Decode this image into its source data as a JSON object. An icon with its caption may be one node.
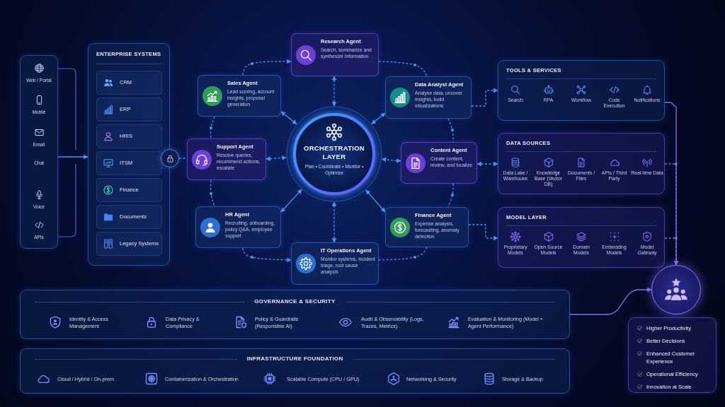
{
  "diagram": {
    "nodes": [
      {
        "text": [
          "Web / Portal",
          "Mobile",
          "Email",
          "Chat",
          "Voice",
          "APIs"
        ]
      },
      {
        "text": [
          "ENTERPRISE SYSTEMS"
        ]
      },
      {
        "text": [
          "CRM"
        ],
        "in": 1
      },
      {
        "text": [
          "ERP"
        ],
        "in": 1
      },
      {
        "text": [
          "HRIS"
        ],
        "in": 1
      },
      {
        "text": [
          "ITSM"
        ],
        "in": 1
      },
      {
        "text": [
          "Finance"
        ],
        "in": 1
      },
      {
        "text": [
          "Documents"
        ],
        "in": 1
      },
      {
        "text": [
          "Legacy Systems"
        ],
        "in": 1
      },
      {
        "text": [],
        "shape": "circle"
      },
      {
        "text": [
          "ORCHESTRATION LAYER",
          "Plan • Coordinate • Monitor • Optimize"
        ]
      },
      {
        "text": [
          "Research Agent",
          "Search, summarize and synthesize information"
        ]
      },
      {
        "text": [
          "Sales Agent",
          "Lead scoring, account insights, proposal generation"
        ]
      },
      {
        "text": [
          "Data Analyst Agent",
          "Analyse data, uncover insights, build visualizations"
        ]
      },
      {
        "text": [
          "Support Agent",
          "Resolve queries, recommend actions, escalate"
        ]
      },
      {
        "text": [
          "Content Agent",
          "Create content, review, and localize"
        ]
      },
      {
        "text": [
          "HR Agent",
          "Recruiting, onboarding, policy Q&A, employee support"
        ]
      },
      {
        "text": [
          "Finance Agent",
          "Expense analysis, forecasting, anomaly detection"
        ]
      },
      {
        "text": [
          "IT Operations Agent",
          "Monitor systems, incident triage, root cause analysis"
        ]
      },
      {
        "text": [
          "TOOLS & SERVICES",
          "Search",
          "RPA",
          "Workflow",
          "Code Execution",
          "Notifications"
        ]
      },
      {
        "text": [
          "DATA SOURCES",
          "Data Lake / Warehouse",
          "Knowledge Base (Vector DB)",
          "Documents / Files",
          "APIs / Third Party",
          "Real-time Data"
        ]
      },
      {
        "text": [
          "MODEL LAYER",
          "Proprietary Models",
          "Open Source Models",
          "Domain Models",
          "Embedding Models",
          "Model Gateway"
        ]
      },
      {
        "text": [
          "GOVERNANCE & SECURITY",
          "Identity & Access Management",
          "Data Privacy & Compliance",
          "Policy & Guardrails (Responsible AI)",
          "Audit & Observability (Logs, Traces, Metrics)",
          "Evaluation & Monitoring (Model + Agent Performance)"
        ]
      },
      {
        "text": [
          "INFRASTRUCTURE FOUNDATION",
          "Cloud / Hybrid / On-prem",
          "Containerization & Orchestration",
          "Scalable Compute (CPU / GPU)",
          "Networking & Security",
          "Storage & Backup"
        ]
      },
      {
        "text": [],
        "shape": "circle"
      },
      {
        "text": [
          "Higher Productivity",
          "Better Decisions",
          "Enhanced Customer Experience",
          "Operational Efficiency",
          "Innovation at Scale"
        ]
      }
    ],
    "edges": [
      {
        "from": 0,
        "to": 1,
        "arrow": "to"
      },
      {
        "from": 9,
        "to": 14,
        "arrow": "none",
        "style": "dashed"
      },
      {
        "from": 11,
        "to": 10,
        "arrow": "both",
        "style": "dashed"
      },
      {
        "from": 12,
        "to": 10,
        "arrow": "both"
      },
      {
        "from": 13,
        "to": 10,
        "arrow": "both"
      },
      {
        "from": 14,
        "to": 10,
        "arrow": "both",
        "style": "dashed"
      },
      {
        "from": 15,
        "to": 10,
        "arrow": "both",
        "style": "dashed"
      },
      {
        "from": 16,
        "to": 10,
        "arrow": "both"
      },
      {
        "from": 17,
        "to": 10,
        "arrow": "both"
      },
      {
        "from": 18,
        "to": 10,
        "arrow": "both",
        "style": "dashed"
      },
      {
        "from": 12,
        "to": 11,
        "arrow": "to",
        "style": "dashed"
      },
      {
        "from": 11,
        "to": 13,
        "arrow": "none",
        "style": "dashed"
      },
      {
        "from": 13,
        "to": 15,
        "arrow": "none",
        "style": "dashed"
      },
      {
        "from": 15,
        "to": 17,
        "arrow": "none",
        "style": "dashed"
      },
      {
        "from": 17,
        "to": 18,
        "arrow": "none",
        "style": "dashed"
      },
      {
        "from": 16,
        "to": 18,
        "arrow": "to",
        "style": "dashed"
      },
      {
        "from": 12,
        "to": 14,
        "arrow": "none",
        "style": "dashed"
      },
      {
        "from": 14,
        "to": 16,
        "arrow": "none",
        "style": "dashed"
      },
      {
        "from": 13,
        "to": 19,
        "arrow": "to",
        "style": "dashed"
      },
      {
        "from": 15,
        "to": 20,
        "arrow": "both",
        "style": "dashed"
      },
      {
        "from": 17,
        "to": 21,
        "arrow": "to",
        "style": "dashed"
      },
      {
        "from": 19,
        "to": 24,
        "arrow": "to",
        "color": "#8b6cf6"
      },
      {
        "from": 20,
        "to": 24,
        "arrow": "to",
        "style": "dashed",
        "color": "#8b6cf6"
      },
      {
        "from": 21,
        "to": 24,
        "arrow": "to",
        "style": "dashed",
        "color": "#8b6cf6"
      },
      {
        "from": 22,
        "to": 24,
        "arrow": "to",
        "color": "#8b6cf6"
      }
    ]
  }
}
